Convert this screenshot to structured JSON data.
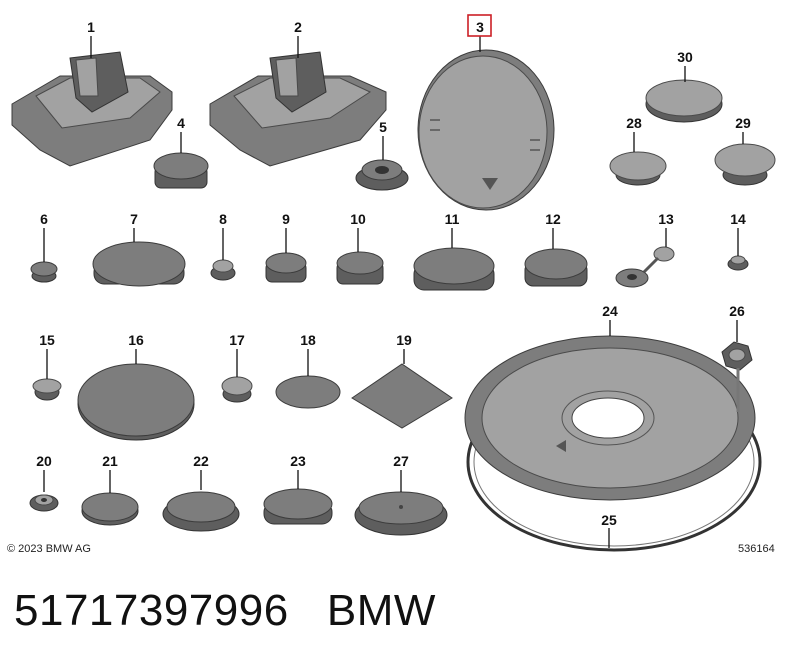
{
  "diagram": {
    "highlighted_part": "3",
    "parts": [
      {
        "n": "1"
      },
      {
        "n": "2"
      },
      {
        "n": "3"
      },
      {
        "n": "4"
      },
      {
        "n": "5"
      },
      {
        "n": "6"
      },
      {
        "n": "7"
      },
      {
        "n": "8"
      },
      {
        "n": "9"
      },
      {
        "n": "10"
      },
      {
        "n": "11"
      },
      {
        "n": "12"
      },
      {
        "n": "13"
      },
      {
        "n": "14"
      },
      {
        "n": "15"
      },
      {
        "n": "16"
      },
      {
        "n": "17"
      },
      {
        "n": "18"
      },
      {
        "n": "19"
      },
      {
        "n": "20"
      },
      {
        "n": "21"
      },
      {
        "n": "22"
      },
      {
        "n": "23"
      },
      {
        "n": "24"
      },
      {
        "n": "25"
      },
      {
        "n": "26"
      },
      {
        "n": "27"
      },
      {
        "n": "28"
      },
      {
        "n": "29"
      },
      {
        "n": "30"
      }
    ],
    "copyright": "© 2023 BMW AG",
    "image_id": "536164"
  },
  "caption": {
    "part_number": "51717397996",
    "brand": "BMW"
  },
  "colors": {
    "highlight": "#cc1f26",
    "part_fill": "#7d7d7d",
    "text": "#111111"
  }
}
